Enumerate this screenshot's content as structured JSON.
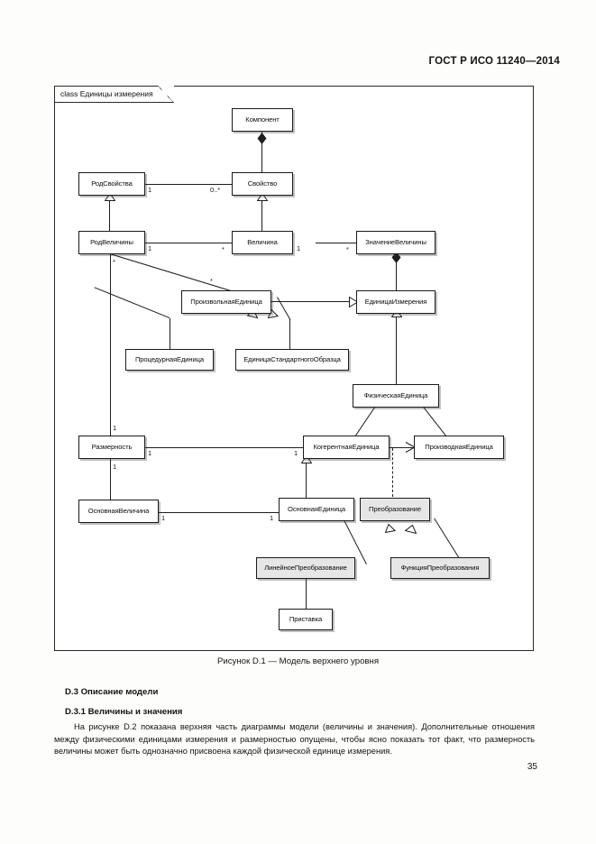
{
  "document": {
    "header": "ГОСТ Р ИСО 11240—2014",
    "page_number": "35"
  },
  "diagram": {
    "frame_label": "class Единицы измерения",
    "caption": "Рисунок  D.1 — Модель верхнего уровня",
    "classes": [
      {
        "id": "komponent",
        "label": "Компонент"
      },
      {
        "id": "rodsvoystva",
        "label": "РодСвойства"
      },
      {
        "id": "svoystvo",
        "label": "Свойство"
      },
      {
        "id": "rodvelichiny",
        "label": "РодВеличины"
      },
      {
        "id": "velichina",
        "label": "Величина"
      },
      {
        "id": "znachenievel",
        "label": "ЗначениеВеличины"
      },
      {
        "id": "proizvolnaya",
        "label": "ПроизвольнаяЕдиница"
      },
      {
        "id": "edinicaizm",
        "label": "ЕдиницаИзмерения"
      },
      {
        "id": "procedurnaya",
        "label": "ПроцедурнаяЕдиница"
      },
      {
        "id": "standobrazca",
        "label": "ЕдиницаСтандартногоОбразца"
      },
      {
        "id": "fizicheskaya",
        "label": "ФизическаяЕдиница"
      },
      {
        "id": "razmernost",
        "label": "Размерность"
      },
      {
        "id": "kogerentnaya",
        "label": "КогерентнаяЕдиница"
      },
      {
        "id": "proizvodnaya",
        "label": "ПроизводнаяЕдиница"
      },
      {
        "id": "osnovnayavel",
        "label": "ОсновнаяВеличина"
      },
      {
        "id": "osnovnayaed",
        "label": "ОсновнаяЕдиница"
      },
      {
        "id": "preobrazovanie",
        "label": "Преобразование"
      },
      {
        "id": "lineynoepre",
        "label": "ЛинейноеПреобразование"
      },
      {
        "id": "funkciyapre",
        "label": "ФункцияПреобразования"
      },
      {
        "id": "pristavka",
        "label": "Приставка"
      }
    ],
    "multiplicities": [
      {
        "id": "m1",
        "value": "1"
      },
      {
        "id": "m2",
        "value": "0..*"
      },
      {
        "id": "m3",
        "value": "1"
      },
      {
        "id": "m4",
        "value": "*"
      },
      {
        "id": "m5",
        "value": "1"
      },
      {
        "id": "m6",
        "value": "*"
      },
      {
        "id": "m7",
        "value": "*"
      },
      {
        "id": "m8",
        "value": "*"
      },
      {
        "id": "m9",
        "value": "1"
      },
      {
        "id": "m10",
        "value": "1"
      },
      {
        "id": "m11",
        "value": "1"
      },
      {
        "id": "m12",
        "value": "1"
      },
      {
        "id": "m13",
        "value": "1"
      },
      {
        "id": "m14",
        "value": "1"
      }
    ]
  },
  "body": {
    "heading_d3": "D.3  Описание модели",
    "heading_d31": "D.3.1  Величины и значения",
    "paragraph": "На рисунке D.2 показана верхняя часть диаграммы модели (величины и значения). Дополнительные отношения между физическими единицами измерения и размерностью опущены, чтобы ясно показать тот факт, что размерность величины может быть однозначно присвоена каждой физической единице измерения."
  }
}
